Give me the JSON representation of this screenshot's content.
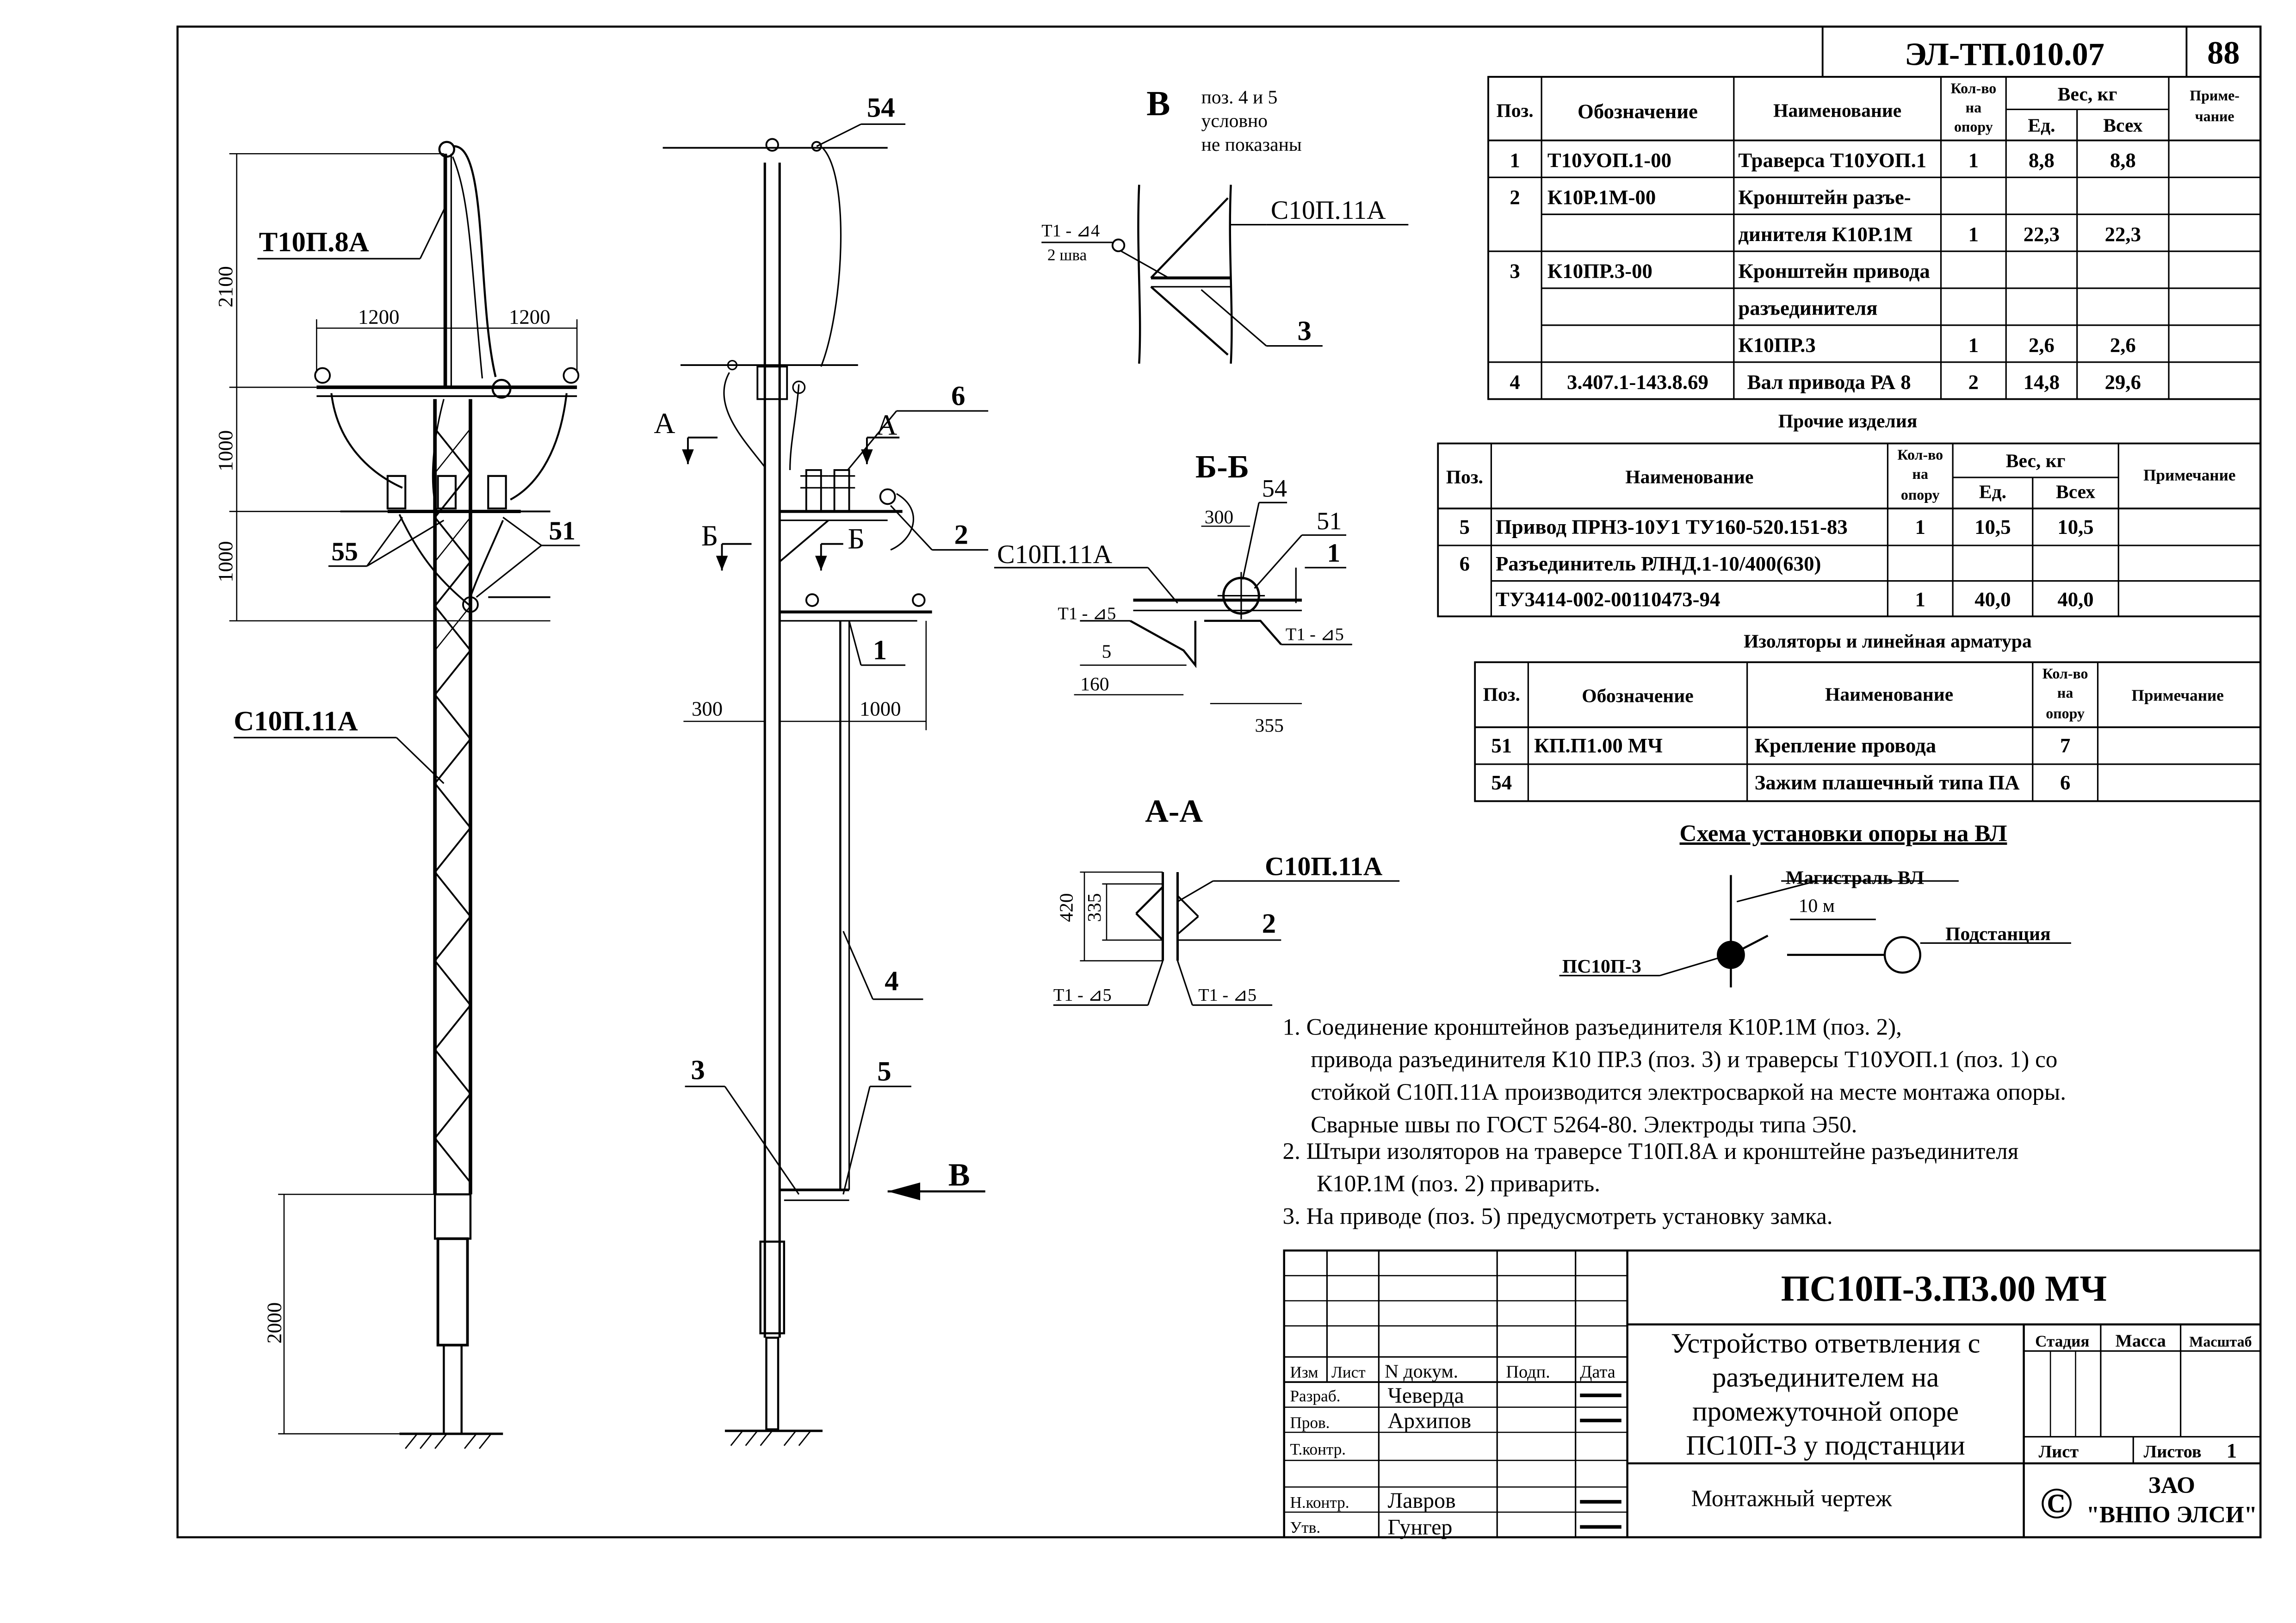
{
  "header": {
    "doc_code": "ЭЛ-ТП.010.07",
    "sheet_no": "88"
  },
  "views": {
    "front": {
      "crossarm_label": "Т10П.8А",
      "pole_label": "С10П.11А",
      "dim_2100": "2100",
      "dim_1000_a": "1000",
      "dim_1000_b": "1000",
      "dim_1200_left": "1200",
      "dim_1200_right": "1200",
      "dim_2000": "2000",
      "pos_55": "55",
      "pos_51": "51"
    },
    "side": {
      "pos_54": "54",
      "pos_6": "6",
      "pos_2": "2",
      "pos_1": "1",
      "pos_4": "4",
      "pos_3": "3",
      "pos_5": "5",
      "cut_a_left": "А",
      "cut_a_right": "А",
      "cut_b_left": "Б",
      "cut_b_right": "Б",
      "view_b_arrow": "В",
      "dim_300": "300",
      "dim_1000": "1000"
    },
    "view_v": {
      "title": "В",
      "note_line1": "поз. 4 и 5",
      "note_line2": "условно",
      "note_line3": "не показаны",
      "pole_label": "С10П.11А",
      "weld_label": "Т1 - ⊿4",
      "weld_sub": "2 шва",
      "pos_3": "3"
    },
    "section_bb": {
      "title": "Б-Б",
      "pole_label": "С10П.11А",
      "pos_54": "54",
      "pos_51": "51",
      "pos_1": "1",
      "dim_300": "300",
      "dim_5": "5",
      "dim_160": "160",
      "dim_355": "355",
      "weld_left": "Т1 - ⊿5",
      "weld_right": "Т1 - ⊿5"
    },
    "section_aa": {
      "title": "А-А",
      "pole_label": "С10П.11А",
      "pos_2": "2",
      "dim_420": "420",
      "dim_335": "335",
      "weld_left": "Т1 - ⊿5",
      "weld_right": "Т1 - ⊿5"
    }
  },
  "table_main": {
    "headers": {
      "pos": "Поз.",
      "designation": "Обозначение",
      "name": "Наименование",
      "qty_1": "Кол-во",
      "qty_2": "на",
      "qty_3": "опору",
      "weight": "Вес, кг",
      "unit": "Ед.",
      "total": "Всех",
      "note_1": "Приме-",
      "note_2": "чание"
    },
    "rows": [
      {
        "pos": "1",
        "designation": "Т10УОП.1-00",
        "name": "Траверса Т10УОП.1",
        "qty": "1",
        "unit": "8,8",
        "total": "8,8"
      },
      {
        "pos": "2",
        "designation": "К10Р.1М-00",
        "name": "Кронштейн разъе-",
        "qty": "",
        "unit": "",
        "total": ""
      },
      {
        "pos": "",
        "designation": "",
        "name": "динителя К10Р.1М",
        "qty": "1",
        "unit": "22,3",
        "total": "22,3"
      },
      {
        "pos": "3",
        "designation": "К10ПР.3-00",
        "name": "Кронштейн привода",
        "qty": "",
        "unit": "",
        "total": ""
      },
      {
        "pos": "",
        "designation": "",
        "name": "разъединителя",
        "qty": "",
        "unit": "",
        "total": ""
      },
      {
        "pos": "",
        "designation": "",
        "name": "К10ПР.3",
        "qty": "1",
        "unit": "2,6",
        "total": "2,6"
      },
      {
        "pos": "4",
        "designation": "3.407.1-143.8.69",
        "name": "Вал привода РА 8",
        "qty": "2",
        "unit": "14,8",
        "total": "29,6"
      }
    ]
  },
  "table_other": {
    "title": "Прочие изделия",
    "headers": {
      "pos": "Поз.",
      "name": "Наименование",
      "qty_1": "Кол-во",
      "qty_2": "на",
      "qty_3": "опору",
      "weight": "Вес, кг",
      "unit": "Ед.",
      "total": "Всех",
      "note": "Примечание"
    },
    "rows": [
      {
        "pos": "5",
        "name": "Привод ПРНЗ-10У1 ТУ160-520.151-83",
        "qty": "1",
        "unit": "10,5",
        "total": "10,5"
      },
      {
        "pos": "6",
        "name": "Разъединитель РЛНД.1-10/400(630)",
        "qty": "",
        "unit": "",
        "total": ""
      },
      {
        "pos": "",
        "name": "ТУ3414-002-00110473-94",
        "qty": "1",
        "unit": "40,0",
        "total": "40,0"
      }
    ]
  },
  "table_insulators": {
    "title": "Изоляторы и линейная арматура",
    "headers": {
      "pos": "Поз.",
      "designation": "Обозначение",
      "name": "Наименование",
      "qty_1": "Кол-во",
      "qty_2": "на",
      "qty_3": "опору",
      "note": "Примечание"
    },
    "rows": [
      {
        "pos": "51",
        "designation": "КП.П1.00 МЧ",
        "name": "Крепление провода",
        "qty": "7"
      },
      {
        "pos": "54",
        "designation": "",
        "name": "Зажим плашечный типа ПА",
        "qty": "6"
      }
    ]
  },
  "scheme": {
    "title": "Схема установки опоры на ВЛ",
    "main_line": "Магистраль ВЛ",
    "distance": "10 м",
    "substation": "Подстанция",
    "pole": "ПС10П-3"
  },
  "notes": [
    "1. Соединение кронштейнов разъединителя К10Р.1М (поз. 2),",
    "привода разъединителя  К10 ПР.3 (поз. 3) и траверсы Т10УОП.1 (поз. 1) со",
    "стойкой С10П.11А производится электросваркой на месте монтажа опоры.",
    "Сварные швы по ГОСТ 5264-80. Электроды типа Э50.",
    "2. Штыри изоляторов на  траверсе Т10П.8А и кронштейне разъединителя",
    "К10Р.1М  (поз. 2) приварить.",
    "3. На приводе (поз. 5) предусмотреть установку замка."
  ],
  "title_block": {
    "code": "ПС10П-3.П3.00 МЧ",
    "title_line1": "Устройство ответвления с",
    "title_line2": "разъединителем на",
    "title_line3": "промежуточной опоре",
    "title_line4": "ПС10П-3 у подстанции",
    "subtitle": "Монтажный чертеж",
    "stage": "Стадия",
    "mass": "Масса",
    "scale": "Масштаб",
    "sheet": "Лист",
    "sheets": "Листов",
    "sheets_count": "1",
    "col_change": "Изм",
    "col_sheet": "Лист",
    "col_doc": "N докум.",
    "col_sign": "Подп.",
    "col_date": "Дата",
    "role_developer": "Разраб.",
    "name_developer": "Чеверда",
    "role_checked": "Пров.",
    "name_checked": "Архипов",
    "role_tcontrol": "Т.контр.",
    "role_ncontrol": "Н.контр.",
    "name_ncontrol": "Лавров",
    "role_approved": "Утв.",
    "name_approved": "Гунгер",
    "company_copyright": "©",
    "company_line1": "ЗАО",
    "company_line2": "\"ВНПО ЭЛСИ\""
  }
}
